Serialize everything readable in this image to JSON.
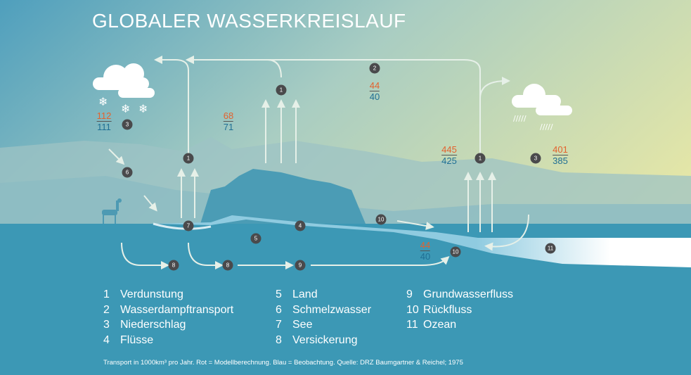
{
  "title": "GLOBALER WASSERKREISLAUF",
  "badges": [
    "1",
    "1",
    "1",
    "2",
    "3",
    "3",
    "6",
    "7",
    "4",
    "5",
    "10",
    "10",
    "11",
    "8",
    "8",
    "9"
  ],
  "fractions": [
    {
      "modelled": "112",
      "observed": "111"
    },
    {
      "modelled": "68",
      "observed": "71"
    },
    {
      "modelled": "44",
      "observed": "40"
    },
    {
      "modelled": "445",
      "observed": "425"
    },
    {
      "modelled": "401",
      "observed": "385"
    },
    {
      "modelled": "44",
      "observed": "40"
    }
  ],
  "legend": {
    "col1": [
      {
        "n": "1",
        "label": "Verdunstung"
      },
      {
        "n": "2",
        "label": "Wasserdampftransport"
      },
      {
        "n": "3",
        "label": "Niederschlag"
      },
      {
        "n": "4",
        "label": "Flüsse"
      }
    ],
    "col2": [
      {
        "n": "5",
        "label": "Land"
      },
      {
        "n": "6",
        "label": "Schmelzwasser"
      },
      {
        "n": "7",
        "label": "See"
      },
      {
        "n": "8",
        "label": "Versickerung"
      }
    ],
    "col3": [
      {
        "n": "9",
        "label": "Grundwasserfluss"
      },
      {
        "n": "10",
        "label": "Rückfluss"
      },
      {
        "n": "11",
        "label": "Ozean"
      }
    ]
  },
  "footnote": "Transport in 1000km³ pro Jahr. Rot = Modellberechnung. Blau = Beobachtung. Quelle: DRZ Baumgartner & Reichel; 1975",
  "colors": {
    "modelled": "#e3622e",
    "observed": "#1f6f94",
    "badge": "#4a4a4c"
  }
}
